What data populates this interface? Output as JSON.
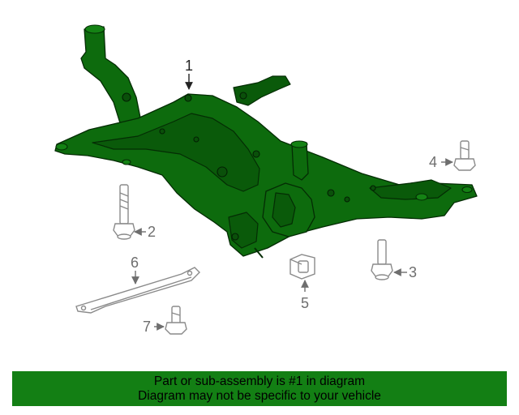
{
  "callouts": {
    "c1": "1",
    "c2": "2",
    "c3": "3",
    "c4": "4",
    "c5": "5",
    "c6": "6",
    "c7": "7"
  },
  "banner": {
    "line1": "Part or sub-assembly is #1 in diagram",
    "line2": "Diagram may not be specific to your vehicle"
  },
  "colors": {
    "highlight": "#137f14",
    "part_green": "#0d6b0d",
    "line_grey": "#8a8a8a"
  }
}
